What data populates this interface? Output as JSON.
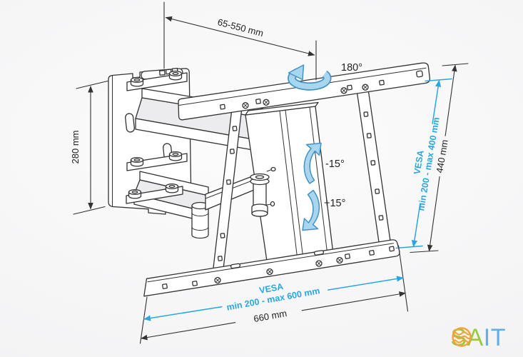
{
  "labels": {
    "extension_range": "65-550 mm",
    "swivel_angle": "180°",
    "wall_plate_height": "280 mm",
    "tilt_up": "-15°",
    "tilt_down": "+15°",
    "vesa_vertical_title": "VESA",
    "vesa_vertical_range": "min 200 - max 400 mm",
    "bracket_height": "440 mm",
    "vesa_horizontal_title": "VESA",
    "vesa_horizontal_range": "min 200 - max 600 mm",
    "bracket_width": "660 mm"
  },
  "logo": {
    "part1": "SA",
    "part2": "IT"
  },
  "colors": {
    "line": "#333333",
    "accent_cyan": "#29a8e0",
    "arrow_fill": "#a9d6ef",
    "arrow_stroke": "#4593c5",
    "logo_orange": "#f2a43a",
    "logo_green": "#9bc93d",
    "logo_blue": "#64aee8",
    "bg_center": "#fcfcfc",
    "bg_edge": "#f0f0f2"
  }
}
